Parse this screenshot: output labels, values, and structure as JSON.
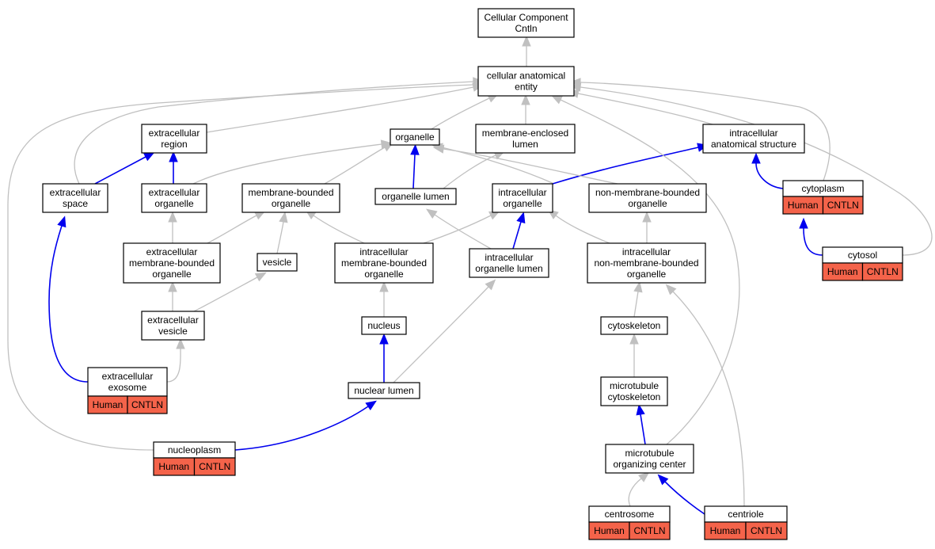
{
  "nodes": {
    "root": {
      "lines": [
        "Cellular Component",
        "Cntln"
      ]
    },
    "cae": {
      "lines": [
        "cellular anatomical",
        "entity"
      ]
    },
    "ecr": {
      "lines": [
        "extracellular",
        "region"
      ]
    },
    "org": {
      "lines": [
        "organelle"
      ]
    },
    "mel": {
      "lines": [
        "membrane-enclosed",
        "lumen"
      ]
    },
    "ias": {
      "lines": [
        "intracellular",
        "anatomical structure"
      ]
    },
    "ecs": {
      "lines": [
        "extracellular",
        "space"
      ]
    },
    "eco": {
      "lines": [
        "extracellular",
        "organelle"
      ]
    },
    "mbo": {
      "lines": [
        "membrane-bounded",
        "organelle"
      ]
    },
    "orl": {
      "lines": [
        "organelle lumen"
      ]
    },
    "ico": {
      "lines": [
        "intracellular",
        "organelle"
      ]
    },
    "nmbo": {
      "lines": [
        "non-membrane-bounded",
        "organelle"
      ]
    },
    "cyt": {
      "lines": [
        "cytoplasm"
      ],
      "annotation": [
        "Human",
        "CNTLN"
      ]
    },
    "emb": {
      "lines": [
        "extracellular",
        "membrane-bounded",
        "organelle"
      ]
    },
    "ves": {
      "lines": [
        "vesicle"
      ]
    },
    "imbo": {
      "lines": [
        "intracellular",
        "membrane-bounded",
        "organelle"
      ]
    },
    "iol": {
      "lines": [
        "intracellular",
        "organelle lumen"
      ]
    },
    "inmbo": {
      "lines": [
        "intracellular",
        "non-membrane-bounded",
        "organelle"
      ]
    },
    "cys": {
      "lines": [
        "cytosol"
      ],
      "annotation": [
        "Human",
        "CNTLN"
      ]
    },
    "ecv": {
      "lines": [
        "extracellular",
        "vesicle"
      ]
    },
    "nuc": {
      "lines": [
        "nucleus"
      ]
    },
    "csk": {
      "lines": [
        "cytoskeleton"
      ]
    },
    "exo": {
      "lines": [
        "extracellular",
        "exosome"
      ],
      "annotation": [
        "Human",
        "CNTLN"
      ]
    },
    "nul": {
      "lines": [
        "nuclear lumen"
      ]
    },
    "mtc": {
      "lines": [
        "microtubule",
        "cytoskeleton"
      ]
    },
    "npl": {
      "lines": [
        "nucleoplasm"
      ],
      "annotation": [
        "Human",
        "CNTLN"
      ]
    },
    "mtoc": {
      "lines": [
        "microtubule",
        "organizing center"
      ]
    },
    "cen": {
      "lines": [
        "centrosome"
      ],
      "annotation": [
        "Human",
        "CNTLN"
      ]
    },
    "cnl": {
      "lines": [
        "centriole"
      ],
      "annotation": [
        "Human",
        "CNTLN"
      ]
    }
  },
  "edges": [
    {
      "from": "cae",
      "to": "root",
      "kind": "is_a"
    },
    {
      "from": "ecr",
      "to": "cae",
      "kind": "is_a"
    },
    {
      "from": "org",
      "to": "cae",
      "kind": "is_a"
    },
    {
      "from": "mel",
      "to": "cae",
      "kind": "is_a"
    },
    {
      "from": "ias",
      "to": "cae",
      "kind": "is_a"
    },
    {
      "from": "ecs",
      "to": "cae",
      "kind": "is_a"
    },
    {
      "from": "ecs",
      "to": "ecr",
      "kind": "part_of"
    },
    {
      "from": "eco",
      "to": "ecr",
      "kind": "part_of"
    },
    {
      "from": "eco",
      "to": "org",
      "kind": "is_a"
    },
    {
      "from": "mbo",
      "to": "org",
      "kind": "is_a"
    },
    {
      "from": "orl",
      "to": "org",
      "kind": "part_of"
    },
    {
      "from": "orl",
      "to": "mel",
      "kind": "is_a"
    },
    {
      "from": "ico",
      "to": "org",
      "kind": "is_a"
    },
    {
      "from": "ico",
      "to": "ias",
      "kind": "part_of"
    },
    {
      "from": "nmbo",
      "to": "org",
      "kind": "is_a"
    },
    {
      "from": "cyt",
      "to": "ias",
      "kind": "part_of"
    },
    {
      "from": "cyt",
      "to": "cae",
      "kind": "is_a"
    },
    {
      "from": "emb",
      "to": "eco",
      "kind": "is_a"
    },
    {
      "from": "emb",
      "to": "mbo",
      "kind": "is_a"
    },
    {
      "from": "ves",
      "to": "mbo",
      "kind": "is_a"
    },
    {
      "from": "imbo",
      "to": "mbo",
      "kind": "is_a"
    },
    {
      "from": "imbo",
      "to": "ico",
      "kind": "is_a"
    },
    {
      "from": "iol",
      "to": "orl",
      "kind": "is_a"
    },
    {
      "from": "iol",
      "to": "ico",
      "kind": "part_of"
    },
    {
      "from": "inmbo",
      "to": "ico",
      "kind": "is_a"
    },
    {
      "from": "inmbo",
      "to": "nmbo",
      "kind": "is_a"
    },
    {
      "from": "cys",
      "to": "cyt",
      "kind": "part_of"
    },
    {
      "from": "cys",
      "to": "cae",
      "kind": "is_a"
    },
    {
      "from": "ecv",
      "to": "emb",
      "kind": "is_a"
    },
    {
      "from": "ecv",
      "to": "ves",
      "kind": "is_a"
    },
    {
      "from": "nuc",
      "to": "imbo",
      "kind": "is_a"
    },
    {
      "from": "csk",
      "to": "inmbo",
      "kind": "is_a"
    },
    {
      "from": "exo",
      "to": "ecs",
      "kind": "part_of"
    },
    {
      "from": "exo",
      "to": "ecv",
      "kind": "is_a"
    },
    {
      "from": "nul",
      "to": "nuc",
      "kind": "part_of"
    },
    {
      "from": "nul",
      "to": "iol",
      "kind": "is_a"
    },
    {
      "from": "mtc",
      "to": "csk",
      "kind": "is_a"
    },
    {
      "from": "npl",
      "to": "nul",
      "kind": "part_of"
    },
    {
      "from": "npl",
      "to": "cae",
      "kind": "is_a"
    },
    {
      "from": "mtoc",
      "to": "mtc",
      "kind": "part_of"
    },
    {
      "from": "mtoc",
      "to": "cae",
      "kind": "is_a"
    },
    {
      "from": "cen",
      "to": "mtoc",
      "kind": "is_a"
    },
    {
      "from": "cnl",
      "to": "mtoc",
      "kind": "part_of"
    },
    {
      "from": "cnl",
      "to": "inmbo",
      "kind": "is_a"
    }
  ],
  "colors": {
    "is_a": "#c0c0c0",
    "part_of": "#0000ee",
    "annotation_fill": "#f4634a",
    "node_fill": "#ffffff"
  }
}
